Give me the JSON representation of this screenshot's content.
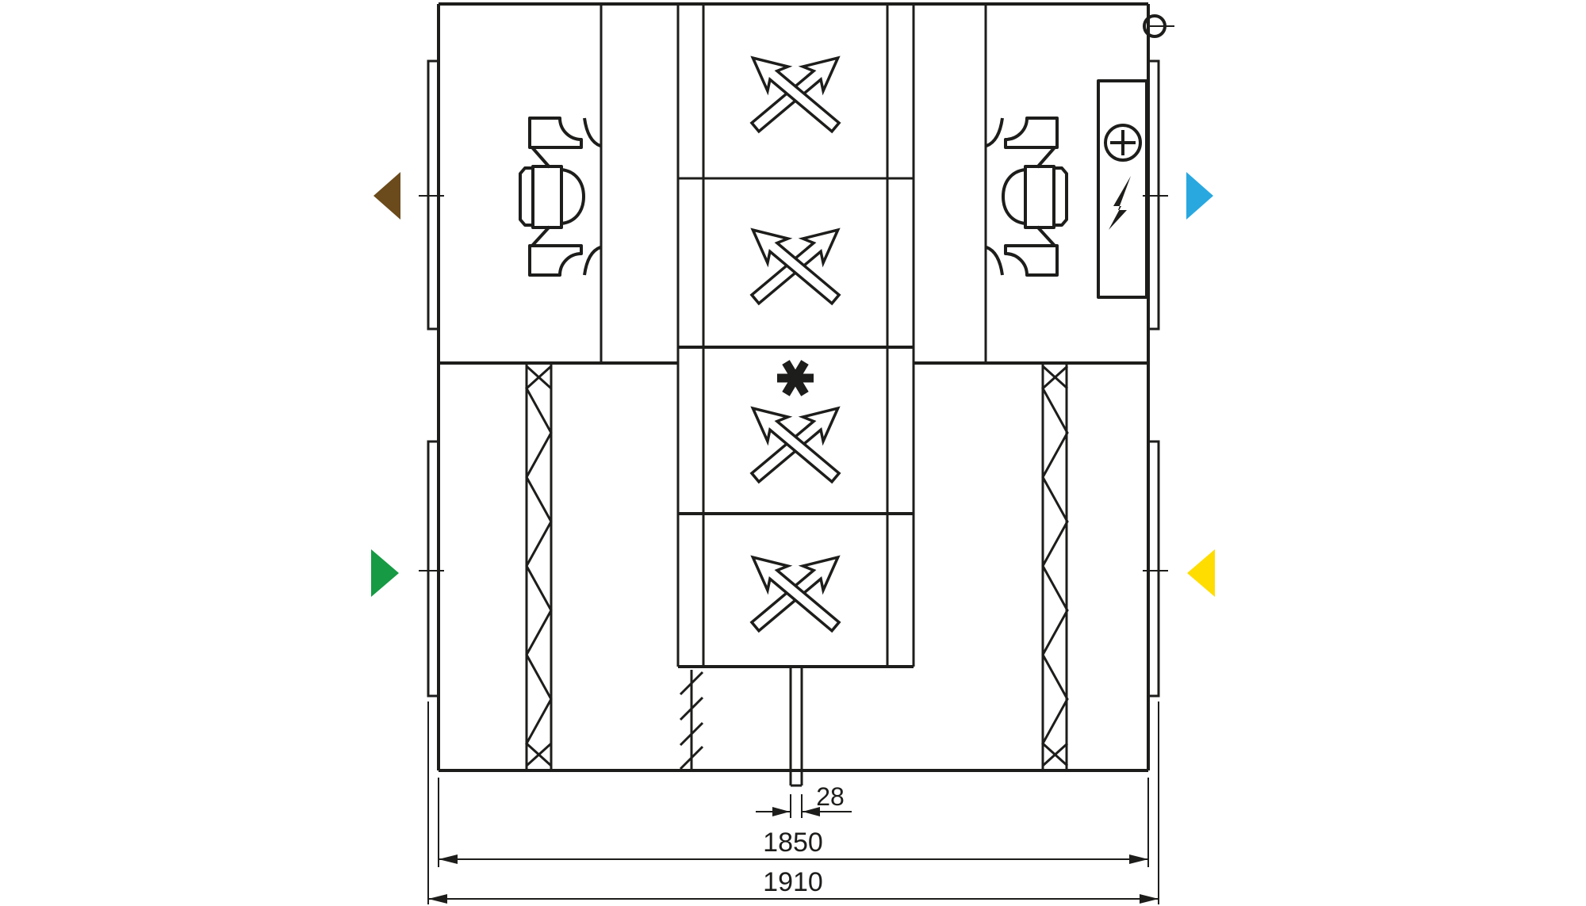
{
  "diagram": {
    "type": "air-handling-unit-schematic-front-view",
    "line_color": "#1d1d1b",
    "dimensions": {
      "drain_offset_mm": "28",
      "casing_width_mm": "1850",
      "overall_width_mm": "1910"
    },
    "air_streams": [
      {
        "id": "exhaust-air",
        "position": "top-left",
        "direction": "left",
        "color": "#6b4a1b"
      },
      {
        "id": "supply-air",
        "position": "top-right",
        "direction": "right",
        "color": "#29a8e0"
      },
      {
        "id": "outdoor-air",
        "position": "bottom-left",
        "direction": "right",
        "color": "#169a44"
      },
      {
        "id": "extract-air",
        "position": "bottom-right",
        "direction": "left",
        "color": "#ffdd00"
      }
    ],
    "components": [
      "exhaust-fan",
      "supply-fan",
      "electric-heater",
      "filter-left",
      "filter-right",
      "heat-exchanger-1",
      "heat-exchanger-2",
      "heat-exchanger-3-frost",
      "heat-exchanger-4",
      "condensate-drain",
      "duct-flange-top-left",
      "duct-flange-top-right",
      "duct-flange-bottom-left",
      "duct-flange-bottom-right",
      "pipe-stub-top-right"
    ]
  }
}
